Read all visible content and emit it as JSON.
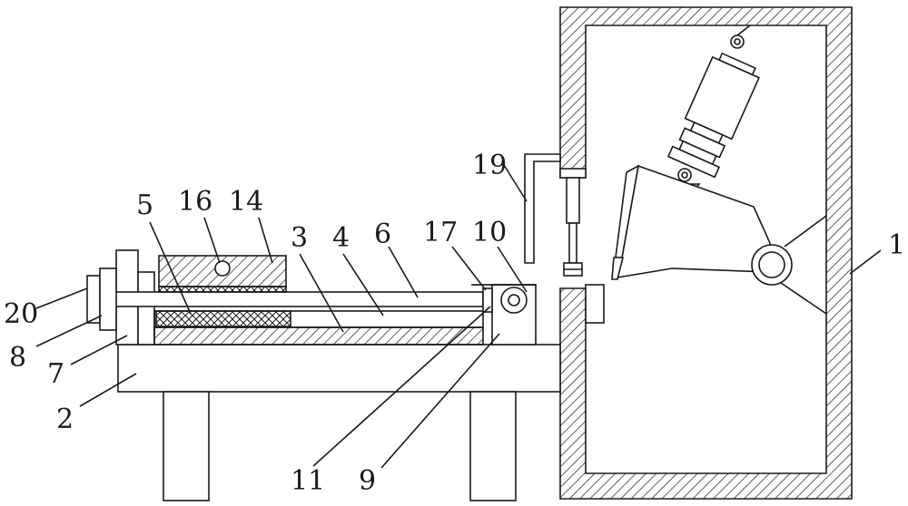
{
  "labels": {
    "l1": "1",
    "l2": "2",
    "l3": "3",
    "l4": "4",
    "l5": "5",
    "l6": "6",
    "l7": "7",
    "l8": "8",
    "l9": "9",
    "l10": "10",
    "l11": "11",
    "l14": "14",
    "l16": "16",
    "l17": "17",
    "l19": "19",
    "l20": "20"
  },
  "colors": {
    "line": "#1a1a1a",
    "background": "#ffffff"
  }
}
